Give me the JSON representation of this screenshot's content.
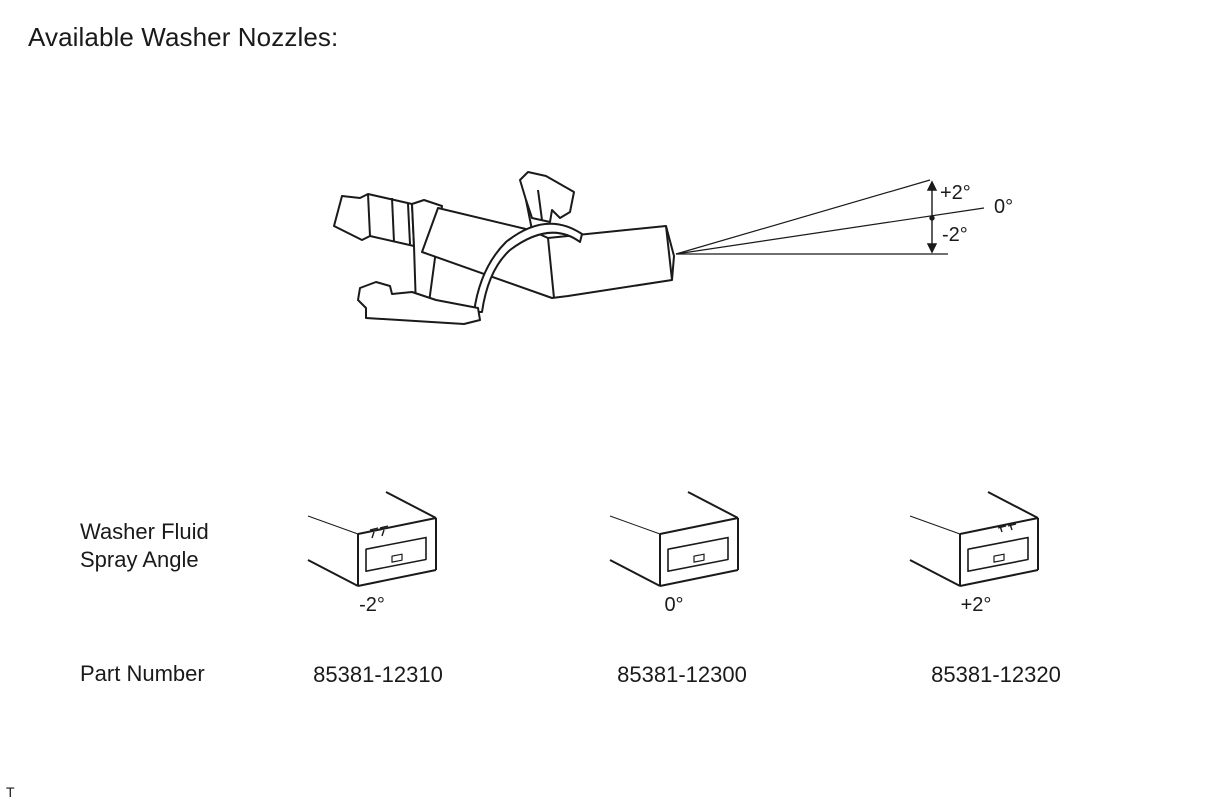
{
  "title": "Available Washer Nozzles:",
  "main_figure": {
    "spray_angles": [
      "+2°",
      "0°",
      "-2°"
    ]
  },
  "rows": {
    "angle_label": "Washer Fluid\nSpray Angle",
    "part_label": "Part Number"
  },
  "variants": [
    {
      "angle": "-2°",
      "part_number": "85381-12310",
      "mark": "arrows"
    },
    {
      "angle": "0°",
      "part_number": "85381-12300",
      "mark": "none"
    },
    {
      "angle": "+2°",
      "part_number": "85381-12320",
      "mark": "arrows"
    }
  ],
  "footer_mark": "T"
}
